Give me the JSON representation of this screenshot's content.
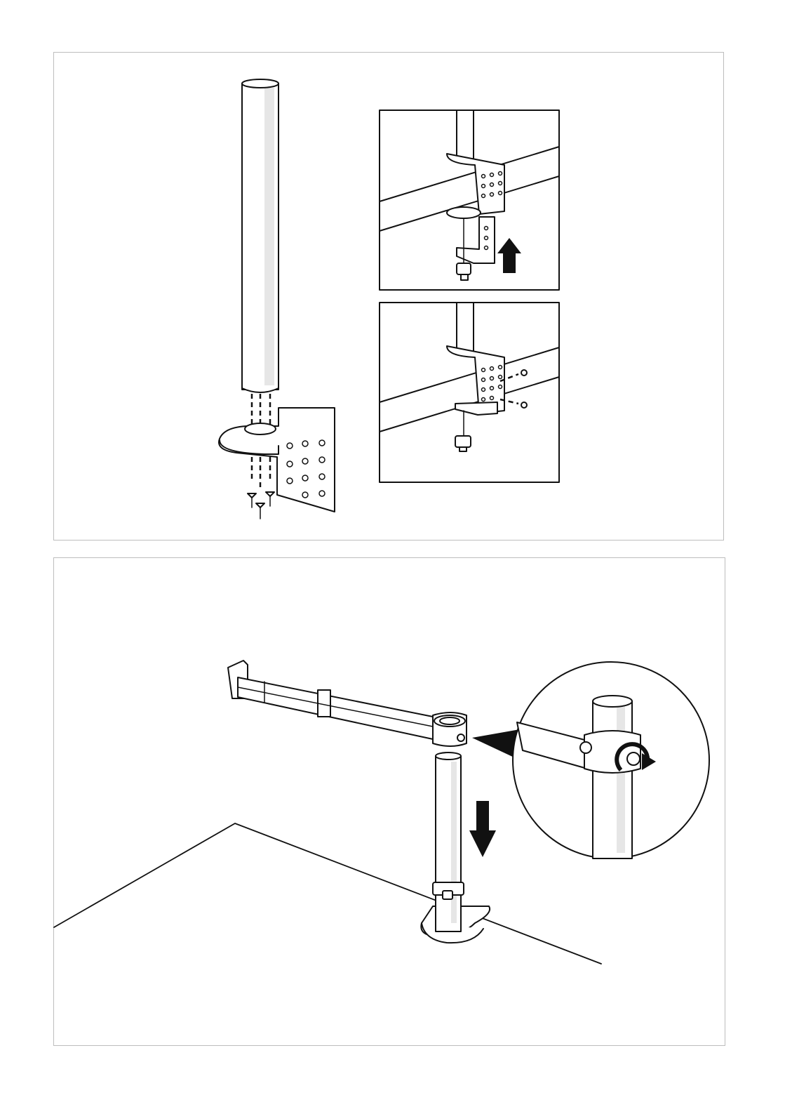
{
  "page": {
    "steps": [
      {
        "id": "step-1",
        "figures": [
          "pole-and-base-assembly",
          "clamp-attach-detail",
          "clamp-screw-detail"
        ],
        "icons": [
          "arrow-up-icon",
          "screw-icon",
          "dashed-guide-line"
        ]
      },
      {
        "id": "step-2",
        "figures": [
          "arm-on-pole-assembly",
          "zoom-detail-circle"
        ],
        "icons": [
          "arrow-down-icon",
          "rotate-arrow-icon"
        ]
      }
    ],
    "colors": {
      "line": "#111111",
      "panel_border": "#bdbdbd",
      "shade": "#e6e6e6",
      "background": "#ffffff"
    }
  }
}
